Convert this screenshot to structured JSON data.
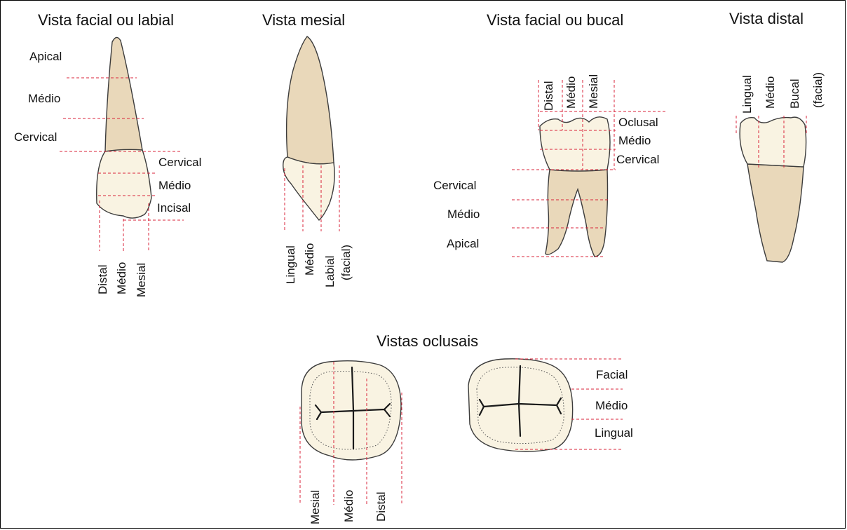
{
  "titles": {
    "facial_labial": "Vista facial ou labial",
    "mesial": "Vista mesial",
    "facial_bucal": "Vista facial ou bucal",
    "distal": "Vista distal",
    "occlusal": "Vistas oclusais"
  },
  "incisor_facial": {
    "left": [
      "Apical",
      "Médio",
      "Cervical"
    ],
    "right": [
      "Cervical",
      "Médio",
      "Incisal"
    ],
    "bottom": [
      "Distal",
      "Médio",
      "Mesial"
    ]
  },
  "incisor_mesial": {
    "bottom": [
      "Lingual",
      "Médio",
      "Labial",
      "(facial)"
    ]
  },
  "molar_facial": {
    "top": [
      "Distal",
      "Médio",
      "Mesial"
    ],
    "right": [
      "Oclusal",
      "Médio",
      "Cervical"
    ],
    "left": [
      "Cervical",
      "Médio",
      "Apical"
    ]
  },
  "molar_distal": {
    "top": [
      "Lingual",
      "Médio",
      "Bucal",
      "(facial)"
    ]
  },
  "occlusal": {
    "bottom": [
      "Mesial",
      "Médio",
      "Distal"
    ],
    "right": [
      "Facial",
      "Médio",
      "Lingual"
    ]
  },
  "colors": {
    "crown": "#f9f3e2",
    "root": "#e9d8ba",
    "guide_lines": "#d9233a"
  }
}
